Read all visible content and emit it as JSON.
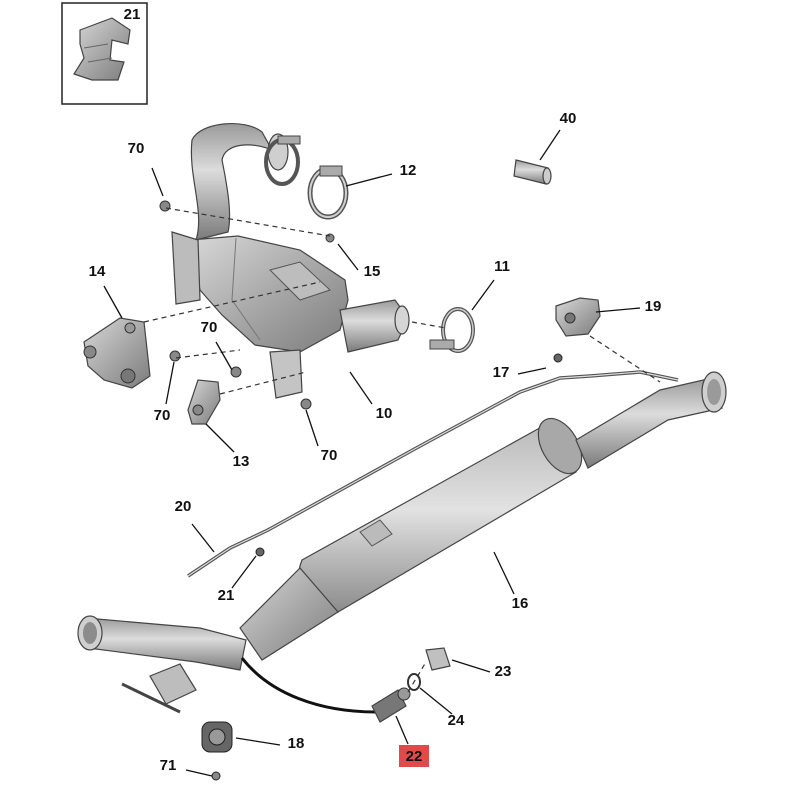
{
  "diagram": {
    "highlight_color": "#e04a4a",
    "callouts": [
      {
        "id": "21a",
        "text": "21"
      },
      {
        "id": "70a",
        "text": "70"
      },
      {
        "id": "12",
        "text": "12"
      },
      {
        "id": "40",
        "text": "40"
      },
      {
        "id": "15",
        "text": "15"
      },
      {
        "id": "14",
        "text": "14"
      },
      {
        "id": "11",
        "text": "11"
      },
      {
        "id": "19",
        "text": "19"
      },
      {
        "id": "70b",
        "text": "70"
      },
      {
        "id": "17",
        "text": "17"
      },
      {
        "id": "70c",
        "text": "70"
      },
      {
        "id": "10",
        "text": "10"
      },
      {
        "id": "70d",
        "text": "70"
      },
      {
        "id": "13",
        "text": "13"
      },
      {
        "id": "20",
        "text": "20"
      },
      {
        "id": "21b",
        "text": "21"
      },
      {
        "id": "16",
        "text": "16"
      },
      {
        "id": "23",
        "text": "23"
      },
      {
        "id": "24",
        "text": "24"
      },
      {
        "id": "18",
        "text": "18"
      },
      {
        "id": "22",
        "text": "22"
      },
      {
        "id": "71",
        "text": "71"
      }
    ]
  }
}
